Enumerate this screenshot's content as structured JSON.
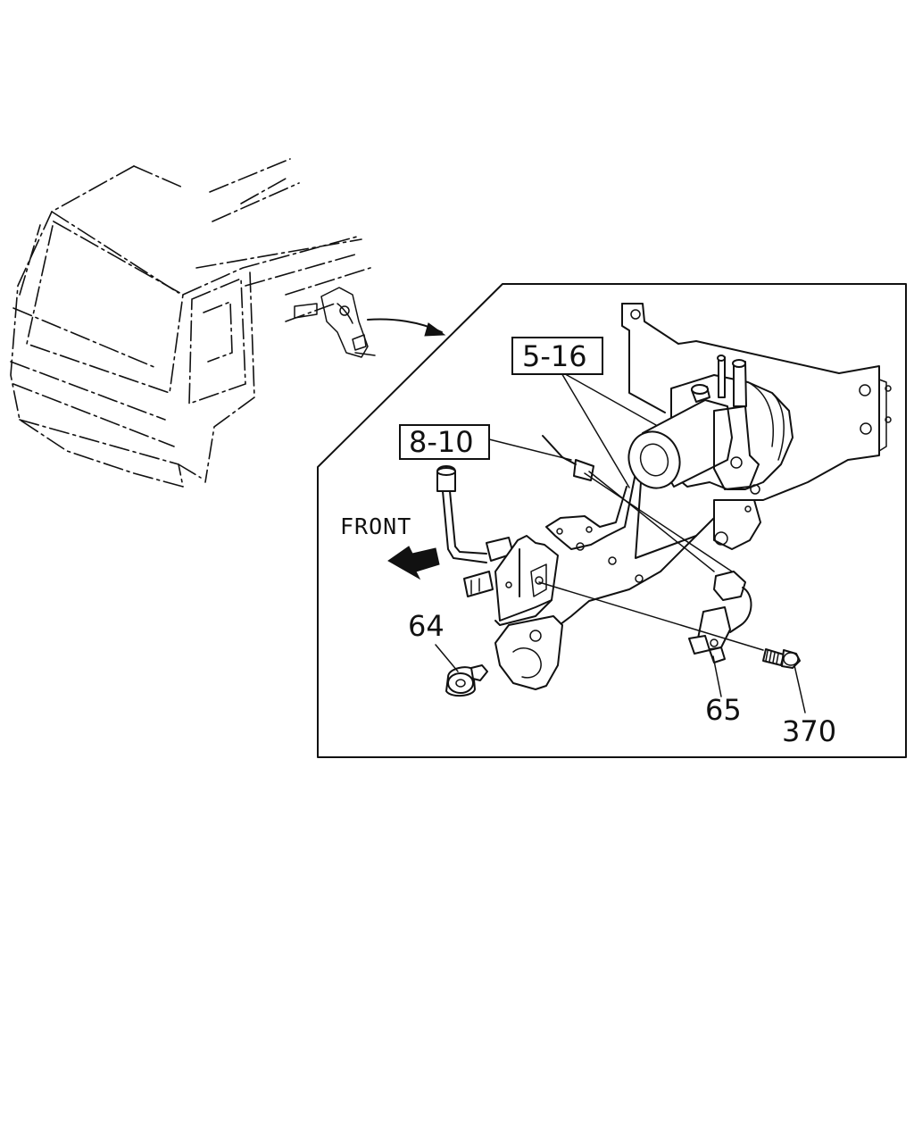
{
  "diagram": {
    "direction_label": "FRONT",
    "callouts": {
      "ref_5_16": "5-16",
      "ref_8_10": "8-10",
      "part_64": "64",
      "part_65": "65",
      "part_370": "370"
    }
  }
}
